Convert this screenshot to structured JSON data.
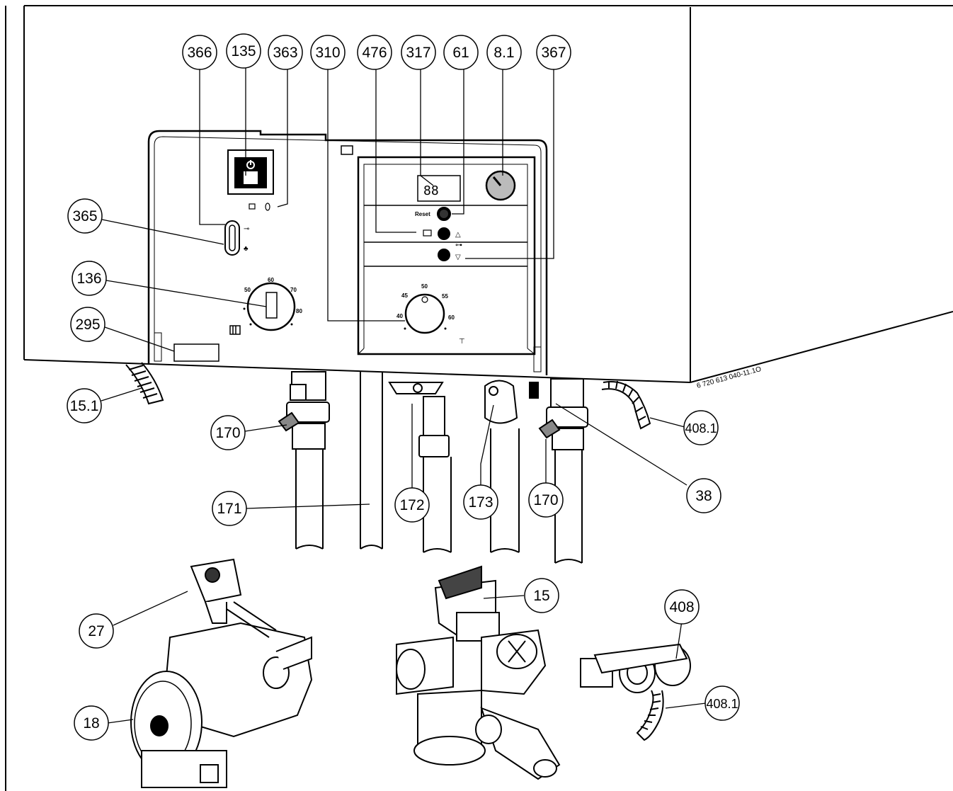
{
  "drawing_code": "6 720 613 040-11.1O",
  "callouts": [
    {
      "id": "c366",
      "label": "366"
    },
    {
      "id": "c135",
      "label": "135"
    },
    {
      "id": "c363",
      "label": "363"
    },
    {
      "id": "c310",
      "label": "310"
    },
    {
      "id": "c476",
      "label": "476"
    },
    {
      "id": "c317",
      "label": "317"
    },
    {
      "id": "c61",
      "label": "61"
    },
    {
      "id": "c81",
      "label": "8.1"
    },
    {
      "id": "c367",
      "label": "367"
    },
    {
      "id": "c365",
      "label": "365"
    },
    {
      "id": "c136",
      "label": "136"
    },
    {
      "id": "c295",
      "label": "295"
    },
    {
      "id": "c151",
      "label": "15.1"
    },
    {
      "id": "c170a",
      "label": "170"
    },
    {
      "id": "c171",
      "label": "171"
    },
    {
      "id": "c172",
      "label": "172"
    },
    {
      "id": "c173",
      "label": "173"
    },
    {
      "id": "c170b",
      "label": "170"
    },
    {
      "id": "c38",
      "label": "38"
    },
    {
      "id": "c4081a",
      "label": "408.1"
    },
    {
      "id": "c27",
      "label": "27"
    },
    {
      "id": "c18",
      "label": "18"
    },
    {
      "id": "c15",
      "label": "15"
    },
    {
      "id": "c408",
      "label": "408"
    },
    {
      "id": "c4081b",
      "label": "408.1"
    }
  ],
  "panel": {
    "reset_label": "Reset",
    "display_digits": "88",
    "heating_dial_ticks": [
      "50",
      "60",
      "70",
      "80"
    ],
    "dhw_dial_ticks": [
      "45",
      "50",
      "55",
      "60",
      "40"
    ]
  }
}
